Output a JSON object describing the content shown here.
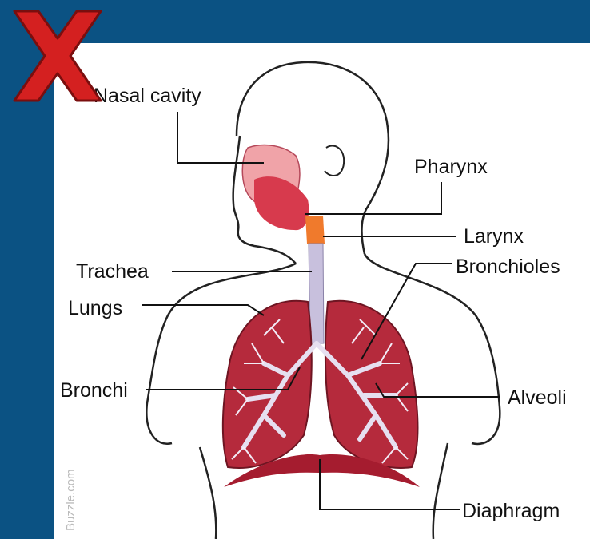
{
  "colors": {
    "frame": "#0b5283",
    "panel": "#ffffff",
    "lung": "#b52a3c",
    "lung_dark": "#8e1a2b",
    "airway": "#c8c0dd",
    "nasal": "#f0a3a8",
    "larynx": "#f07a2c",
    "reject_mark": "#d42020"
  },
  "icon": {
    "reject_mark": "x-icon"
  },
  "diagram": {
    "labels": {
      "nasal_cavity": "Nasal cavity",
      "pharynx": "Pharynx",
      "larynx": "Larynx",
      "trachea": "Trachea",
      "bronchioles": "Bronchioles",
      "lungs": "Lungs",
      "bronchi": "Bronchi",
      "alveoli": "Alveoli",
      "diaphragm": "Diaphragm"
    },
    "watermark": "Buzzle.com"
  }
}
